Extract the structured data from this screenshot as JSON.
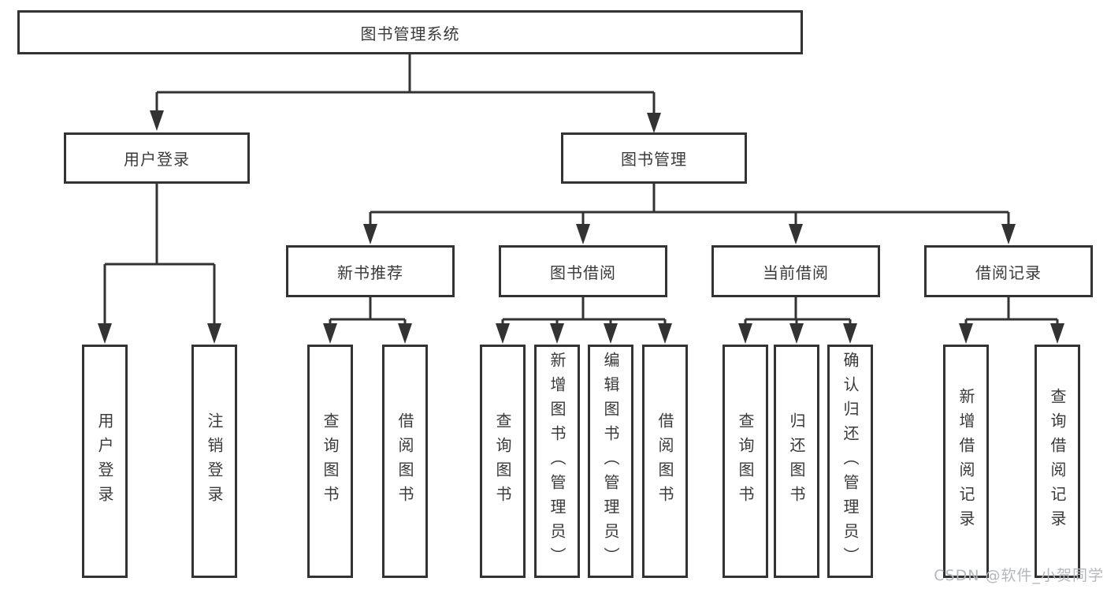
{
  "diagram": {
    "root": {
      "label": "图书管理系统"
    },
    "level2": [
      {
        "label": "用户登录"
      },
      {
        "label": "图书管理"
      }
    ],
    "level3": [
      {
        "label": "新书推荐"
      },
      {
        "label": "图书借阅"
      },
      {
        "label": "当前借阅"
      },
      {
        "label": "借阅记录"
      }
    ],
    "leaves": {
      "user_login": [
        "用户登录",
        "注销登录"
      ],
      "new_book": [
        "查询图书",
        "借阅图书"
      ],
      "borrow": [
        "查询图书",
        "新增图书（管理员）",
        "编辑图书（管理员）",
        "借阅图书"
      ],
      "current": [
        "查询图书",
        "归还图书",
        "确认归还（管理员）"
      ],
      "records": [
        "新增借阅记录",
        "查询借阅记录"
      ]
    }
  },
  "watermark": {
    "text": "CSDN @软件_小贺同学"
  },
  "colors": {
    "line": "#333333",
    "box_border": "#333333",
    "box_bg": "#ffffff",
    "text": "#3a3a3a",
    "watermark": "#b3b7bc",
    "background": "#ffffff"
  }
}
